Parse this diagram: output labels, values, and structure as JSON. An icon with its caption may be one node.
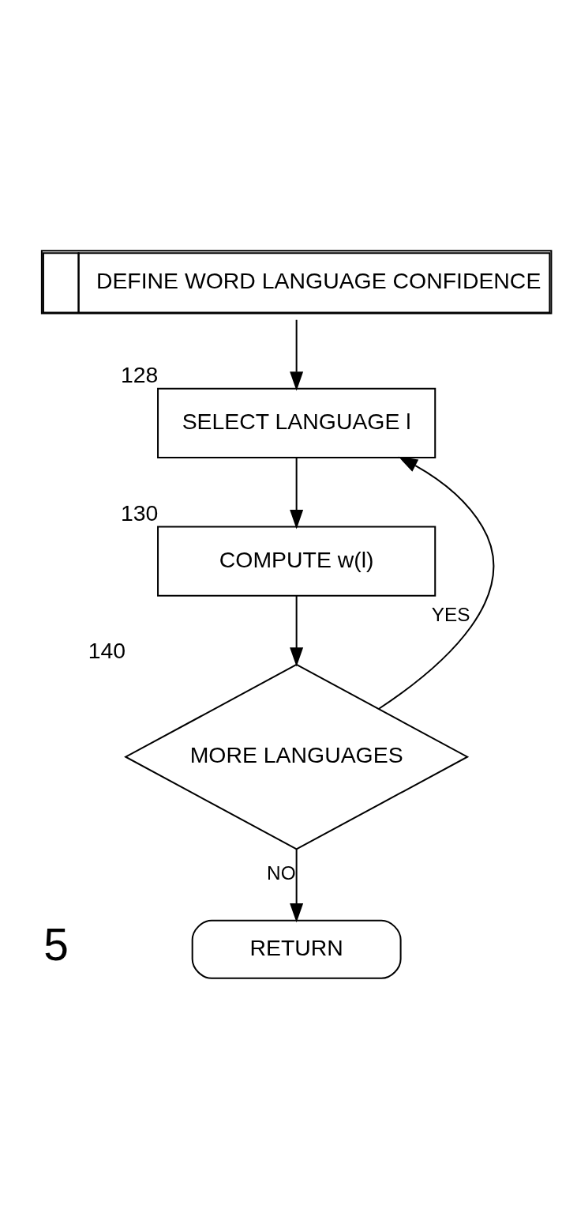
{
  "diagram": {
    "nodes": [
      {
        "text": [
          "DEFINE WORD LANGUAGE CONFIDENCE"
        ]
      },
      {
        "text": [
          "SELECT LANGUAGE l"
        ],
        "beside": [
          "128"
        ]
      },
      {
        "text": [
          "COMPUTE w(l)"
        ],
        "beside": [
          "130"
        ]
      },
      {
        "text": [
          "MORE LANGUAGES"
        ],
        "beside": [
          "140"
        ]
      },
      {
        "text": [
          "RETURN"
        ]
      }
    ],
    "edges": [
      {
        "from": 0,
        "to": 1,
        "arrow": "to"
      },
      {
        "from": 1,
        "to": 2,
        "arrow": "to"
      },
      {
        "from": 2,
        "to": 3,
        "arrow": "to"
      },
      {
        "from": 3,
        "to": 1,
        "arrow": "to",
        "label": "YES"
      },
      {
        "from": 3,
        "to": 4,
        "arrow": "to",
        "label": "NO"
      }
    ],
    "labels": [
      "5"
    ]
  }
}
